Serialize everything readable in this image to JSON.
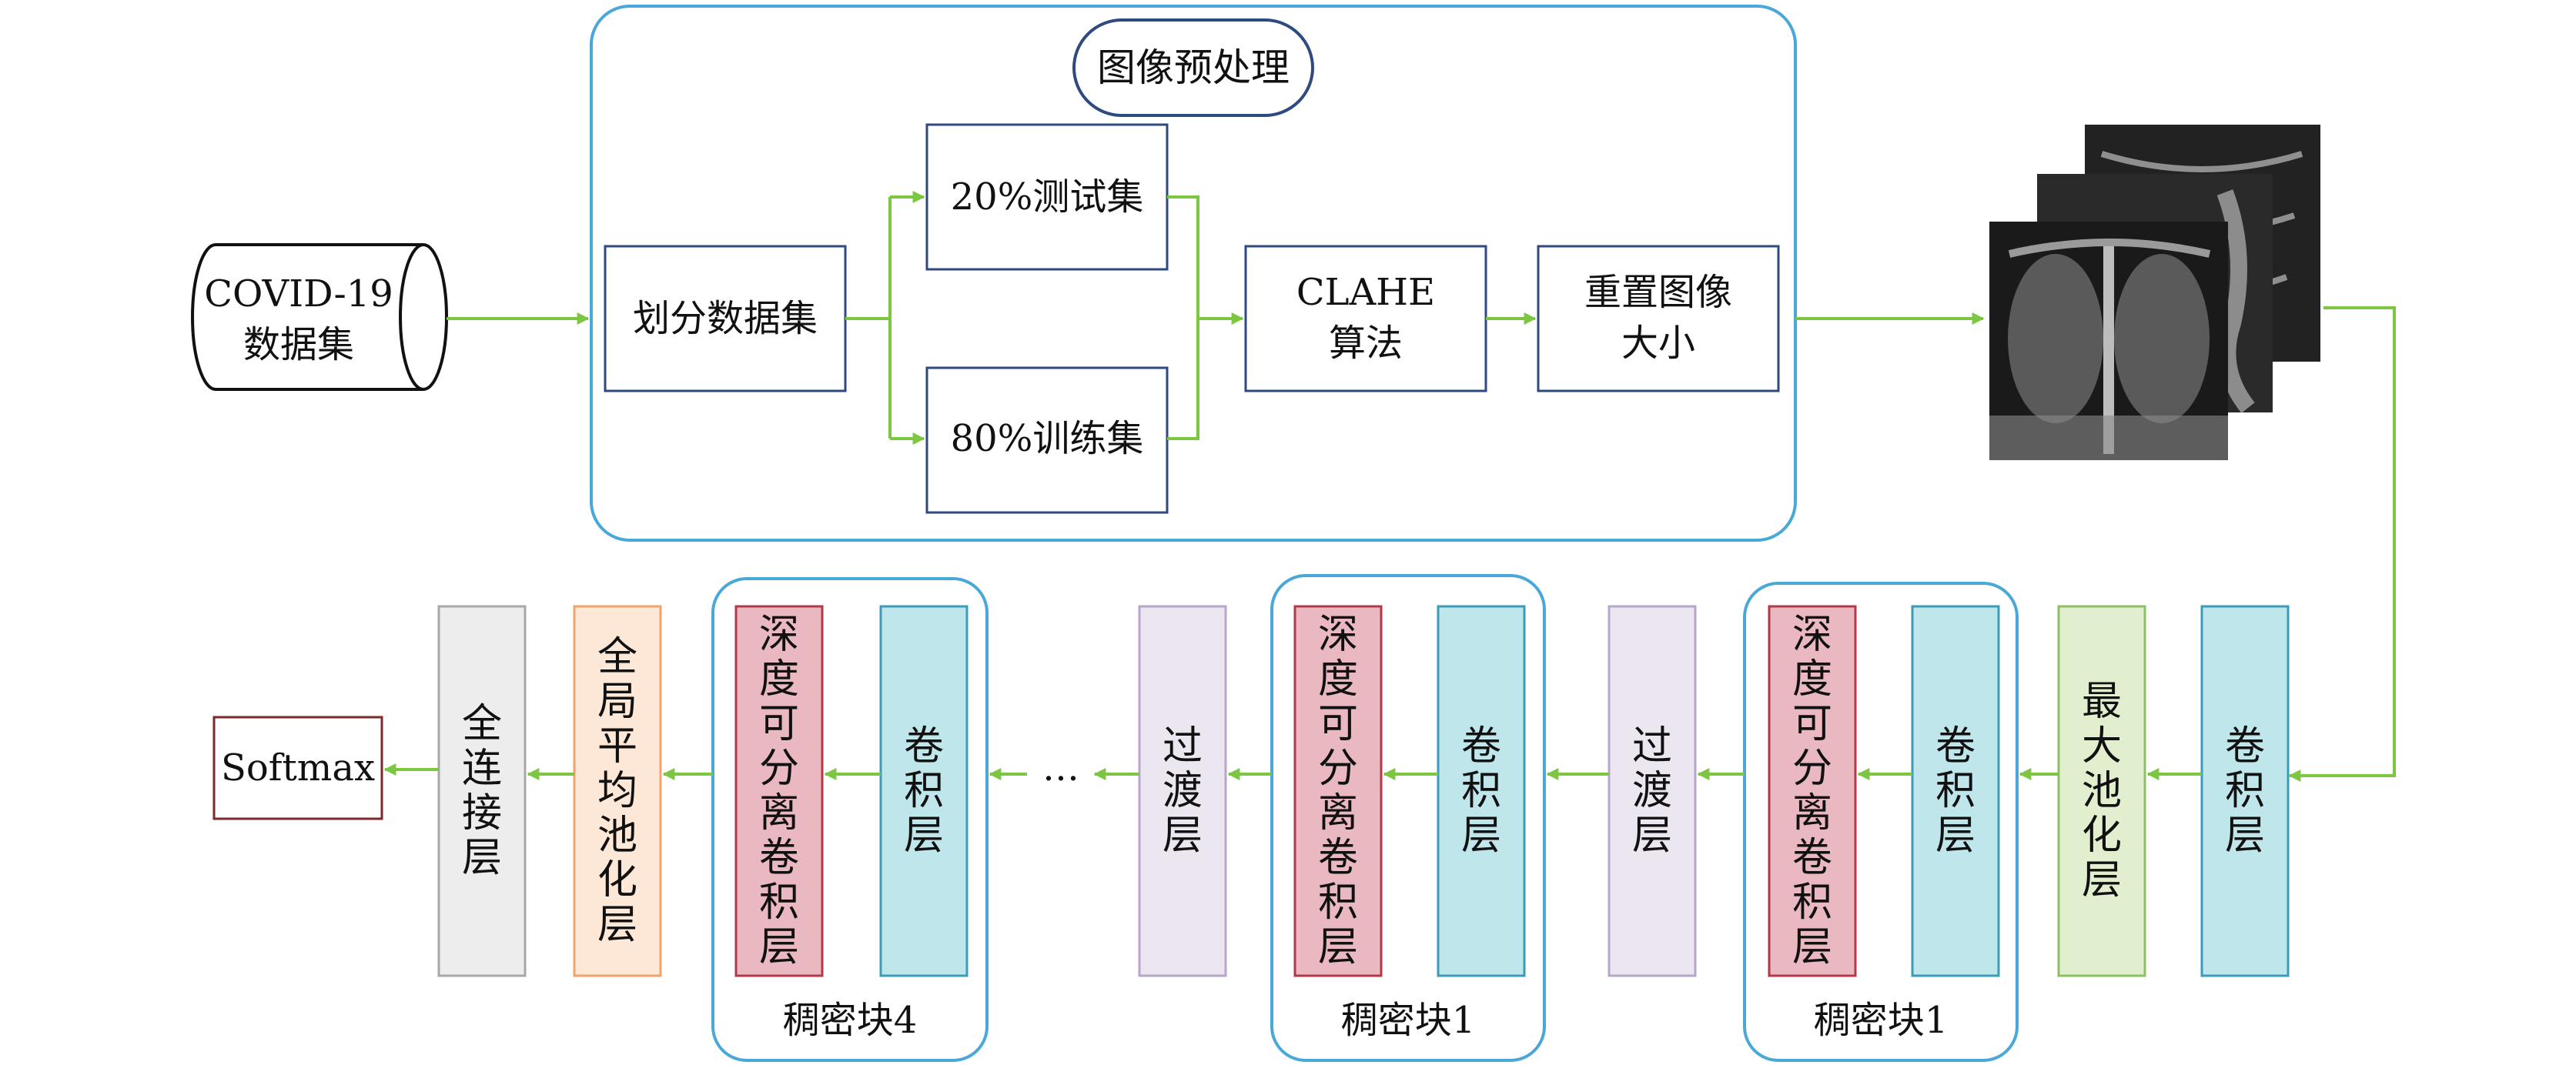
{
  "preprocess": {
    "title": "图像预处理",
    "dataset": {
      "line1": "COVID-19",
      "line2": "数据集"
    },
    "split": "划分数据集",
    "test_set": "20%测试集",
    "train_set": "80%训练集",
    "clahe": {
      "line1": "CLAHE",
      "line2": "算法"
    },
    "resize": {
      "line1": "重置图像",
      "line2": "大小"
    }
  },
  "network": {
    "conv_first": "卷积层",
    "maxpool": "最大池化层",
    "block_a": {
      "conv": "卷积层",
      "dwconv": "深度可分离卷积层",
      "label": "稠密块1"
    },
    "transition_a": "过渡层",
    "block_b": {
      "conv": "卷积层",
      "dwconv": "深度可分离卷积层",
      "label": "稠密块1"
    },
    "transition_b": "过渡层",
    "ellipsis": "…",
    "block_c": {
      "conv": "卷积层",
      "dwconv": "深度可分离卷积层",
      "label": "稠密块4"
    },
    "gap": "全局平均池化层",
    "fc": "全连接层",
    "softmax": "Softmax"
  },
  "colors": {
    "arrow": "#7DC642",
    "container": "#4AA8D8",
    "box_border": "#2E4A7F",
    "conv_fill": "#BFE6EA",
    "conv_border": "#3A9CB8",
    "dw_fill": "#E9B8C0",
    "dw_border": "#B23A48",
    "maxpool_fill": "#E2EFCF",
    "maxpool_border": "#8CC063",
    "transition_fill": "#ECE6F0",
    "transition_border": "#B7A6CC",
    "gap_fill": "#FDE7D6",
    "gap_border": "#F0A36A",
    "fc_fill": "#EDEDED",
    "fc_border": "#A8A8A8",
    "softmax_border": "#7A2A2A"
  }
}
